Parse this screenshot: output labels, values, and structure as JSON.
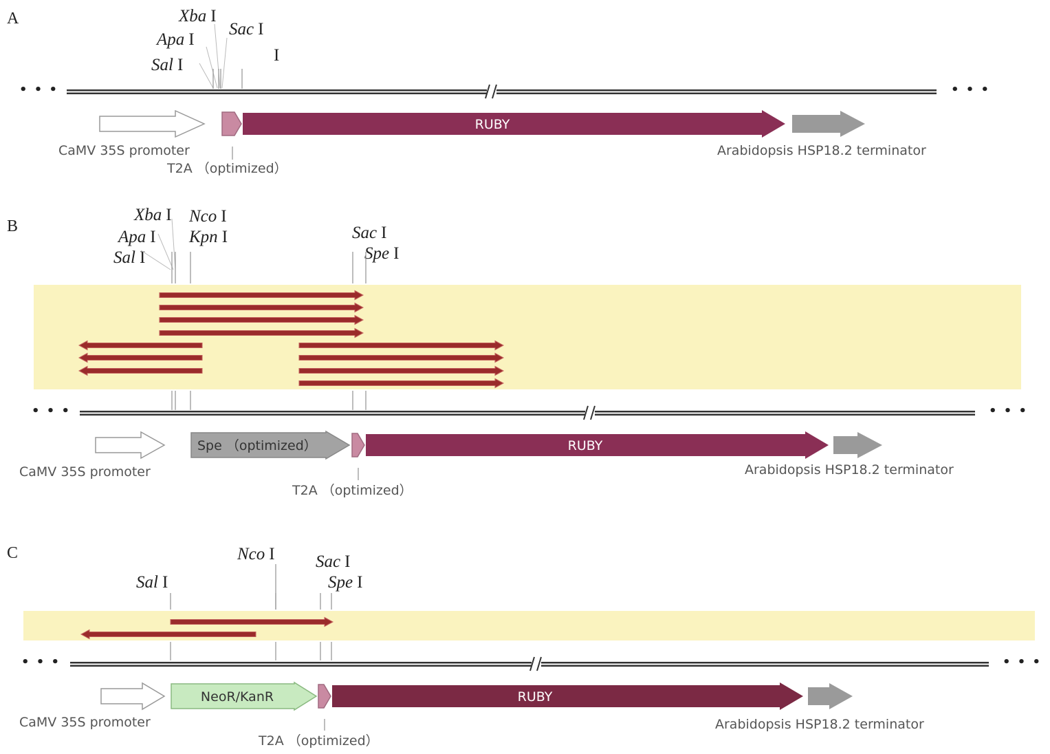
{
  "colors": {
    "ruby": "#8a2f55",
    "ruby_c": "#7b2944",
    "t2a": "#c98aa2",
    "terminator": "#9a9a9a",
    "spe": "#a3a3a3",
    "neor": "#c8eac0",
    "band": "#faf3bf",
    "reads": "#9a2b2b",
    "backbone": "#333333"
  },
  "panels": [
    {
      "label": "A",
      "sites": [
        {
          "name": "Xba",
          "suffix": "I"
        },
        {
          "name": "Sac",
          "suffix": "I"
        },
        {
          "name": "Apa",
          "suffix": "I"
        },
        {
          "name": "Sal",
          "suffix": "I"
        },
        {
          "name": "",
          "suffix": "I"
        }
      ],
      "features": {
        "promoter": "CaMV 35S promoter",
        "t2a": "T2A （optimized）",
        "ruby": "RUBY",
        "terminator": "Arabidopsis HSP18.2 terminator"
      },
      "ellipsis_left": "• • •",
      "ellipsis_right": "• • •"
    },
    {
      "label": "B",
      "sites": [
        {
          "name": "Xba",
          "suffix": "I"
        },
        {
          "name": "Nco",
          "suffix": "I"
        },
        {
          "name": "Apa",
          "suffix": "I"
        },
        {
          "name": "Kpn",
          "suffix": "I"
        },
        {
          "name": "Sac",
          "suffix": "I"
        },
        {
          "name": "Spe",
          "suffix": "I"
        },
        {
          "name": "Sal",
          "suffix": "I"
        }
      ],
      "features": {
        "promoter": "CaMV 35S promoter",
        "insert": "Spe （optimized）",
        "t2a": "T2A （optimized）",
        "ruby": "RUBY",
        "terminator": "Arabidopsis HSP18.2 terminator"
      },
      "ellipsis_left": "• • •",
      "ellipsis_right": "• • •"
    },
    {
      "label": "C",
      "sites": [
        {
          "name": "Nco",
          "suffix": "I"
        },
        {
          "name": "Sac",
          "suffix": "I"
        },
        {
          "name": "Sal",
          "suffix": "I"
        },
        {
          "name": "Spe",
          "suffix": "I"
        }
      ],
      "features": {
        "promoter": "CaMV 35S promoter",
        "insert": "NeoR/KanR",
        "t2a": "T2A （optimized）",
        "ruby": "RUBY",
        "terminator": "Arabidopsis HSP18.2 terminator"
      },
      "ellipsis_left": "• • •",
      "ellipsis_right": "• • •"
    }
  ]
}
